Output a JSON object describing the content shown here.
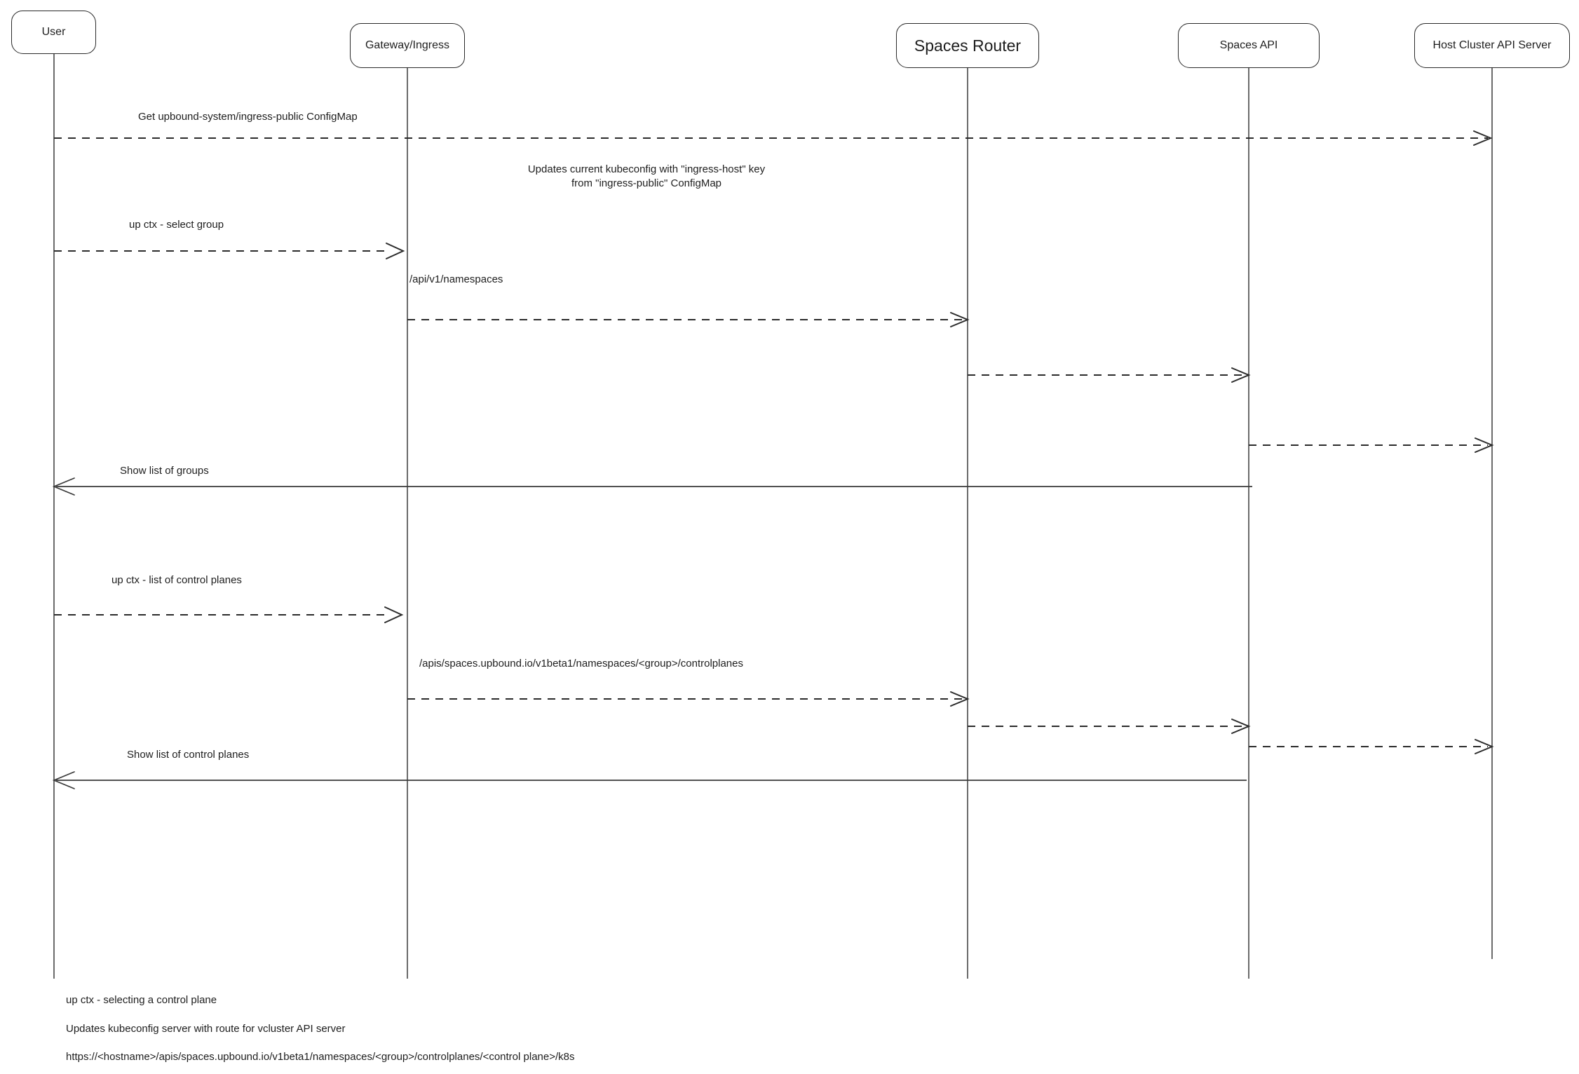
{
  "canvas": {
    "background": "#ffffff",
    "stroke_color": "#1e1e1e"
  },
  "actors": {
    "user": "User",
    "gateway": "Gateway/Ingress",
    "router": "Spaces Router",
    "api": "Spaces API",
    "host": "Host Cluster API Server"
  },
  "messages": {
    "get_configmap": "Get upbound-system/ingress-public ConfigMap",
    "select_group_cmd": "up ctx - select group",
    "namespaces_call": "/api/v1/namespaces",
    "show_groups": "Show list of groups",
    "list_cp_cmd": "up ctx - list of control planes",
    "controlplanes_call": "/apis/spaces.upbound.io/v1beta1/namespaces/<group>/controlplanes",
    "show_cps": "Show list of control planes"
  },
  "note": {
    "line1": "Updates current kubeconfig with \"ingress-host\" key",
    "line2": "from \"ingress-public\" ConfigMap"
  },
  "footer": {
    "line1": "up ctx - selecting a control plane",
    "line2": "Updates kubeconfig server with route for vcluster API server",
    "line3": "https://<hostname>/apis/spaces.upbound.io/v1beta1/namespaces/<group>/controlplanes/<control plane>/k8s"
  }
}
